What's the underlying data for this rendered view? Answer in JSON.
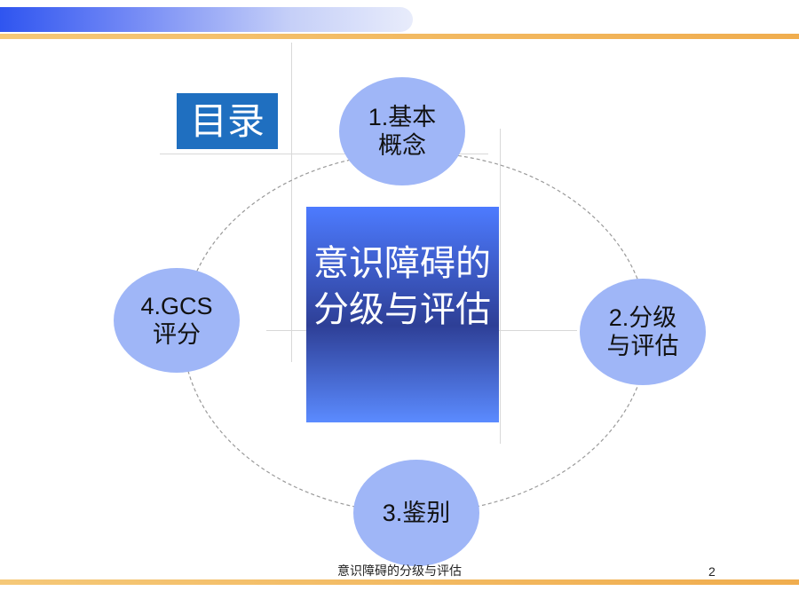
{
  "title": "目录",
  "center_title": "意识障碍的分级与评估",
  "nodes": [
    {
      "line1": "1.基本",
      "line2": "概念"
    },
    {
      "line1": "2.分级",
      "line2": "与评估"
    },
    {
      "line1": "3.鉴别",
      "line2": ""
    },
    {
      "line1": "4.GCS",
      "line2": "评分"
    }
  ],
  "footer": {
    "text": "意识障碍的分级与评估",
    "page": "2"
  },
  "colors": {
    "title_box": "#1f6fc0",
    "node_fill": "#9fb6f7",
    "center_gradient_top": "#4d7bff",
    "center_gradient_mid": "#2e3f96",
    "accent_line": "#f0ad4e",
    "header_bar": "#2f55f0"
  }
}
